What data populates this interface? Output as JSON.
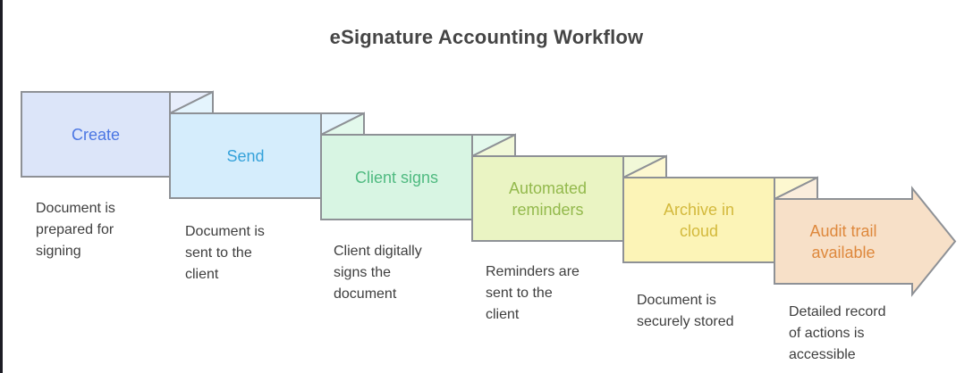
{
  "title": "eSignature Accounting Workflow",
  "colors": {
    "background": "#ffffff",
    "left_edge": "#1c1c24",
    "stroke": "#8e9196",
    "title_text": "#454545",
    "caption_text": "#3e3e3e"
  },
  "steps": [
    {
      "label": "Create",
      "caption": "Document is\nprepared for\nsigning",
      "fill": "#dce5f9",
      "fill_light": "#e7edfb",
      "label_color": "#4b76e3"
    },
    {
      "label": "Send",
      "caption": "Document is\nsent to the\nclient",
      "fill": "#d5edfc",
      "fill_light": "#e4f4fd",
      "label_color": "#35a2da"
    },
    {
      "label": "Client signs",
      "caption": "Client digitally\nsigns the\ndocument",
      "fill": "#d8f5e3",
      "fill_light": "#e3f9ec",
      "label_color": "#4fba80"
    },
    {
      "label": "Automated\nreminders",
      "caption": "Reminders are\nsent to the\nclient",
      "fill": "#eaf4c3",
      "fill_light": "#f1f8d8",
      "label_color": "#93b94c"
    },
    {
      "label": "Archive in\ncloud",
      "caption": "Document is\nsecurely stored",
      "fill": "#fcf4b7",
      "fill_light": "#fdf8d0",
      "label_color": "#d3b93c"
    },
    {
      "label": "Audit trail\navailable",
      "caption": "Detailed record\nof actions is\naccessible",
      "fill": "#f7e0c8",
      "fill_light": "#faeddc",
      "label_color": "#de883c"
    }
  ]
}
